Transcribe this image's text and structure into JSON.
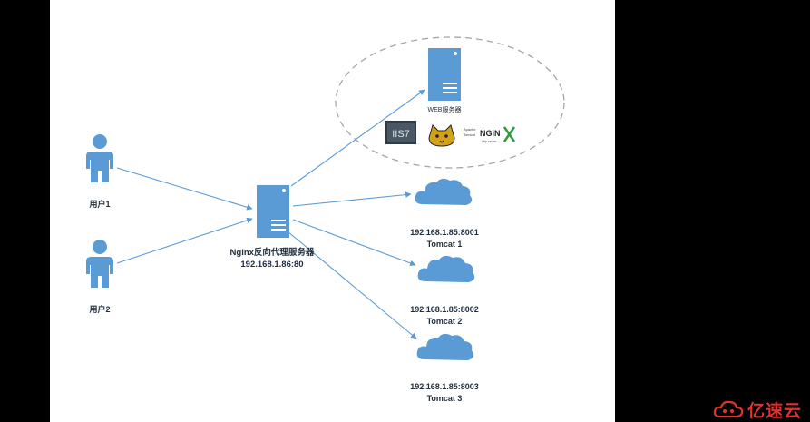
{
  "nodes": {
    "user1": {
      "label": "用户1"
    },
    "user2": {
      "label": "用户2"
    },
    "proxy": {
      "label_line1": "Nginx反向代理服务器",
      "label_line2": "192.168.1.86:80"
    },
    "web": {
      "label": "WEB服务器"
    },
    "tomcat1": {
      "address": "192.168.1.85:8001",
      "name": "Tomcat 1"
    },
    "tomcat2": {
      "address": "192.168.1.85:8002",
      "name": "Tomcat 2"
    },
    "tomcat3": {
      "address": "192.168.1.85:8003",
      "name": "Tomcat 3"
    }
  },
  "logos": {
    "iis": "IIS7",
    "tomcat": "Apache Tomcat",
    "nginx": "NGINX"
  },
  "watermark": {
    "text": "亿速云"
  },
  "colors": {
    "person": "#5b9bd5",
    "server": "#5b9bd5",
    "cloud": "#5b9bd5",
    "edge": "#5b9bd5",
    "ellipse": "#a6a6a6",
    "watermark": "#e03131"
  },
  "icons": [
    "person-icon",
    "server-icon",
    "cloud-icon",
    "iis7-logo",
    "tomcat-logo",
    "nginx-logo"
  ]
}
